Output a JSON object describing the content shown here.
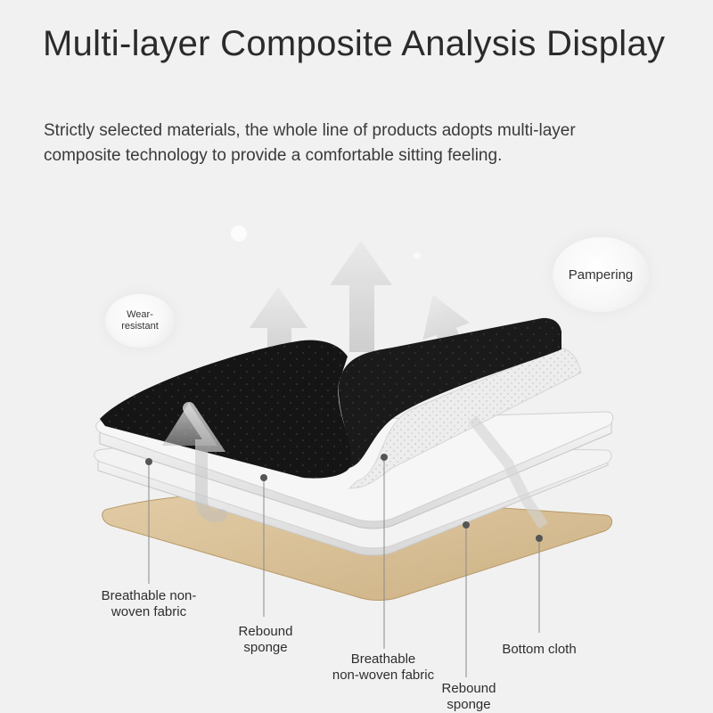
{
  "header": {
    "title": "Multi-layer Composite Analysis Display",
    "subtitle": "Strictly selected materials, the whole line of products adopts multi-layer composite technology to provide a comfortable sitting feeling."
  },
  "bubbles": {
    "wear_resistant": "Wear-\nresistant",
    "pampering": "Pampering"
  },
  "labels": {
    "breathable_top": "Breathable non-\nwoven fabric",
    "rebound_top": "Rebound\nsponge",
    "breathable_bottom": "Breathable\nnon-woven fabric",
    "rebound_bottom": "Rebound\nsponge",
    "bottom_cloth": "Bottom cloth"
  },
  "colors": {
    "background": "#f1f1f1",
    "top_fabric": "#151515",
    "sponge": "#e9e9e9",
    "bottom_cloth": "#d9c29c",
    "arrow": "#c9c9c9"
  }
}
